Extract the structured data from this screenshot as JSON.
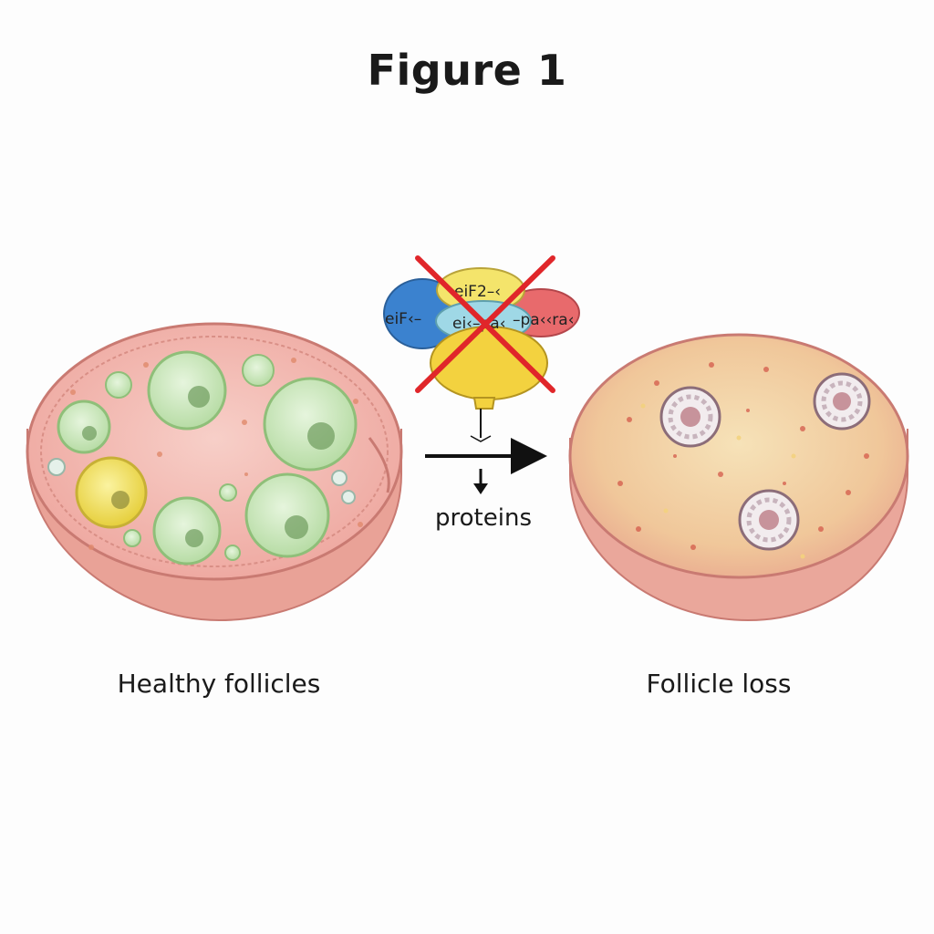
{
  "figure": {
    "title": "Figure 1"
  },
  "complex": {
    "labels": [
      "eiF2–‹",
      "eiF‹–",
      "ei‹–pa‹",
      "–pa‹‹ra‹"
    ],
    "inhibited": true
  },
  "pathway": {
    "output_label": "proteins"
  },
  "panels": {
    "left_caption": "Healthy follicles",
    "right_caption": "Follicle loss"
  },
  "colors": {
    "tissue": "#f2b4ad",
    "tissue_edge": "#c97a72",
    "follicle_green": "#c7e6b8",
    "follicle_yellow": "#f0e26a",
    "cross_red": "#e0262a",
    "arrow": "#111111"
  }
}
